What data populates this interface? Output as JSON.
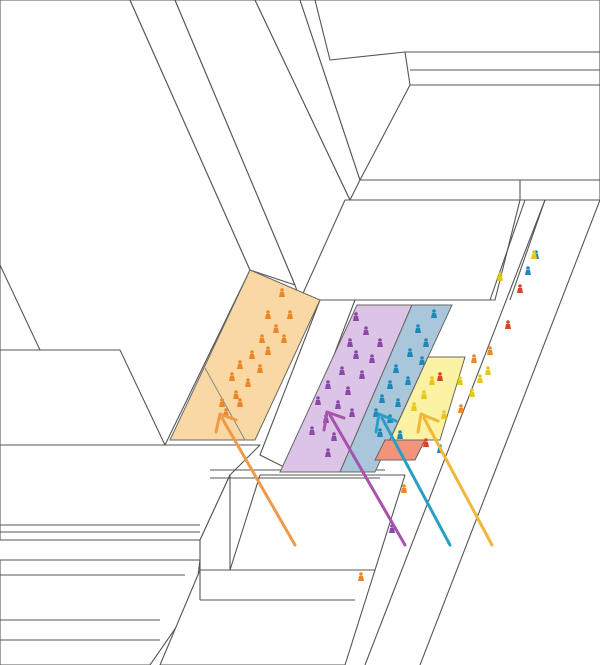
{
  "colors": {
    "background": "#ffffff",
    "building_fill": "#ffffff",
    "building_stroke": "#555555",
    "zone_orange": "#f9d8a4",
    "zone_purple": "#dcc4e6",
    "zone_blue": "#a9c6da",
    "zone_yellow": "#fbf2a3",
    "zone_red": "#f2947a",
    "arrow_orange": "#ee9a4a",
    "arrow_purple": "#a852b0",
    "arrow_blue": "#2a9fc4",
    "arrow_yellow": "#f1b73a",
    "people_orange": "#e8882a",
    "people_purple": "#8a48a8",
    "people_blue": "#1e88b8",
    "people_yellow": "#e6c71a",
    "people_red": "#d6452a"
  },
  "zones": [
    {
      "name": "orange-zone",
      "color_key": "zone_orange"
    },
    {
      "name": "purple-zone",
      "color_key": "zone_purple"
    },
    {
      "name": "blue-zone",
      "color_key": "zone_blue"
    },
    {
      "name": "yellow-zone",
      "color_key": "zone_yellow"
    },
    {
      "name": "red-zone",
      "color_key": "zone_red"
    }
  ],
  "arrows": [
    {
      "name": "orange-flow-arrow",
      "color_key": "arrow_orange"
    },
    {
      "name": "purple-flow-arrow",
      "color_key": "arrow_purple"
    },
    {
      "name": "blue-flow-arrow",
      "color_key": "arrow_blue"
    },
    {
      "name": "yellow-flow-arrow",
      "color_key": "arrow_yellow"
    }
  ],
  "people_icon": "person-figure-icon"
}
